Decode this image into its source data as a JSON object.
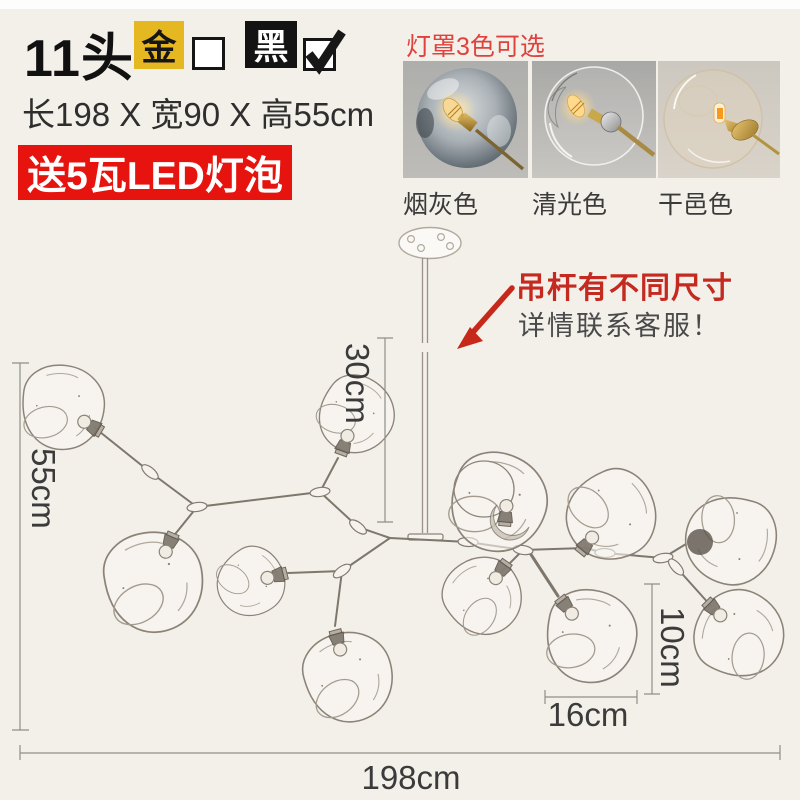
{
  "product": {
    "heads": "11头",
    "size_text": "长198 X 宽90 X 高55cm",
    "gift_banner": "送5瓦LED灯泡",
    "color_options": [
      {
        "name": "金",
        "selected": false
      },
      {
        "name": "黑",
        "selected": true
      }
    ]
  },
  "shades": {
    "title": "灯罩3色可选",
    "options": [
      {
        "name": "烟灰色"
      },
      {
        "name": "清光色"
      },
      {
        "name": "干邑色"
      }
    ]
  },
  "note": {
    "line1": "吊杆有不同尺寸",
    "line2": "详情联系客服！"
  },
  "dimensions": {
    "rod_drop": "30cm",
    "fixture_height": "55cm",
    "globe_height": "10cm",
    "globe_width": "16cm",
    "total_width": "198cm"
  },
  "palette": {
    "background": "#f3efe9",
    "banner_red": "#e7130e",
    "title_red": "#e0413c",
    "note_red": "#c42a1f",
    "gold": "#e5b822",
    "black": "#131313"
  }
}
